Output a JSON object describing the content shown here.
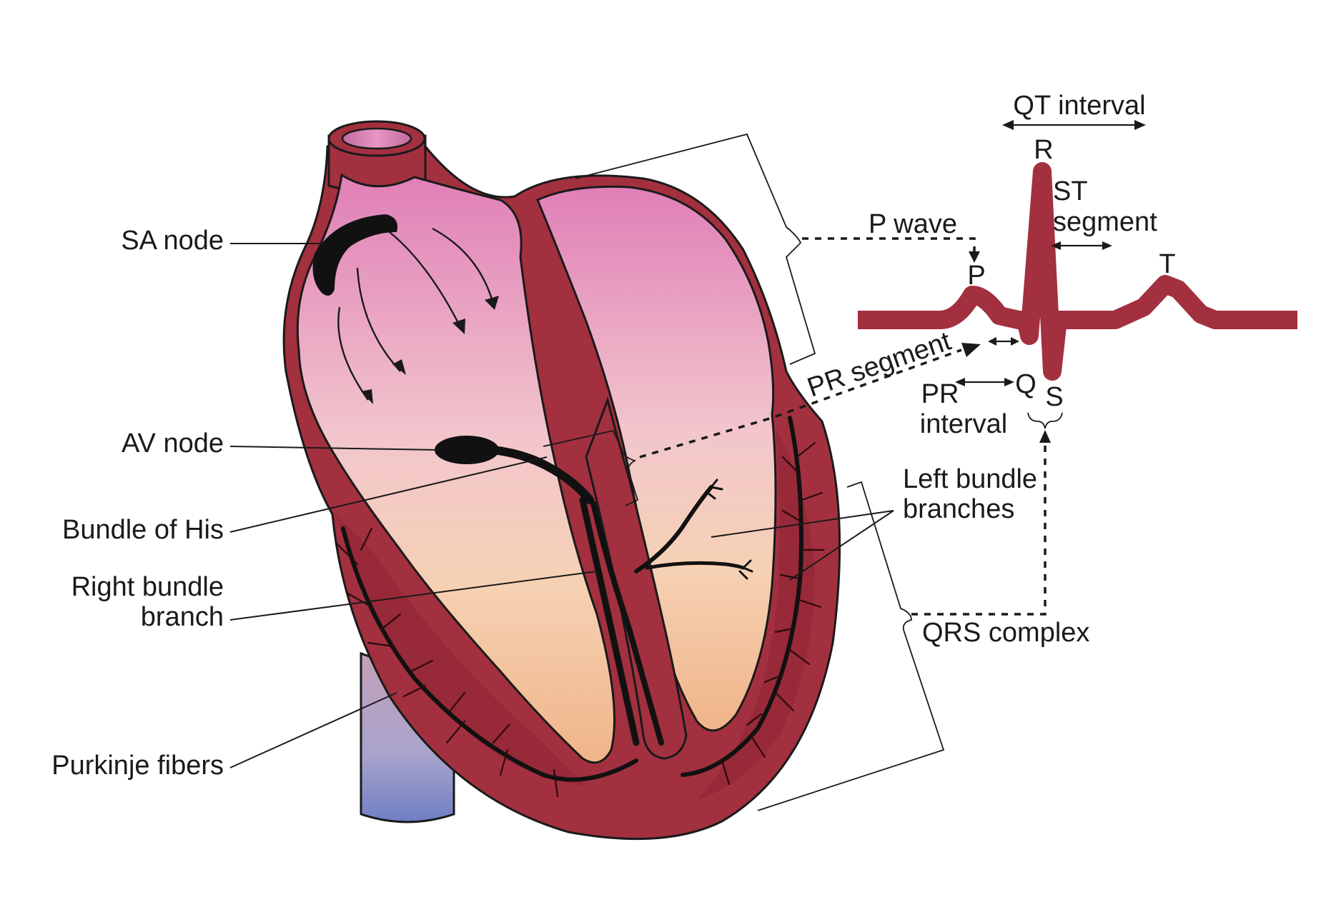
{
  "labels": {
    "sa_node": "SA node",
    "av_node": "AV node",
    "bundle_of_his": "Bundle of His",
    "right_bundle_line1": "Right bundle",
    "right_bundle_line2": "branch",
    "purkinje": "Purkinje fibers",
    "left_bundle_line1": "Left bundle",
    "left_bundle_line2": "branches",
    "qrs_complex": "QRS complex",
    "qt_interval": "QT interval",
    "p_wave": "P wave",
    "st_line1": "ST",
    "st_line2": "segment",
    "pr_segment": "PR segment",
    "pr_interval_line1": "PR",
    "pr_interval_line2": "interval"
  },
  "ecg_peaks": {
    "p": "P",
    "q": "Q",
    "r": "R",
    "s": "S",
    "t": "T"
  },
  "colors": {
    "muscle": "#a3303f",
    "atrium_top": "#e07fb8",
    "ventricle_bottom": "#f0b488",
    "vena_cava_bottom": "#6f7fc4",
    "ecg_trace": "#a3303f",
    "conduction": "#111111"
  }
}
